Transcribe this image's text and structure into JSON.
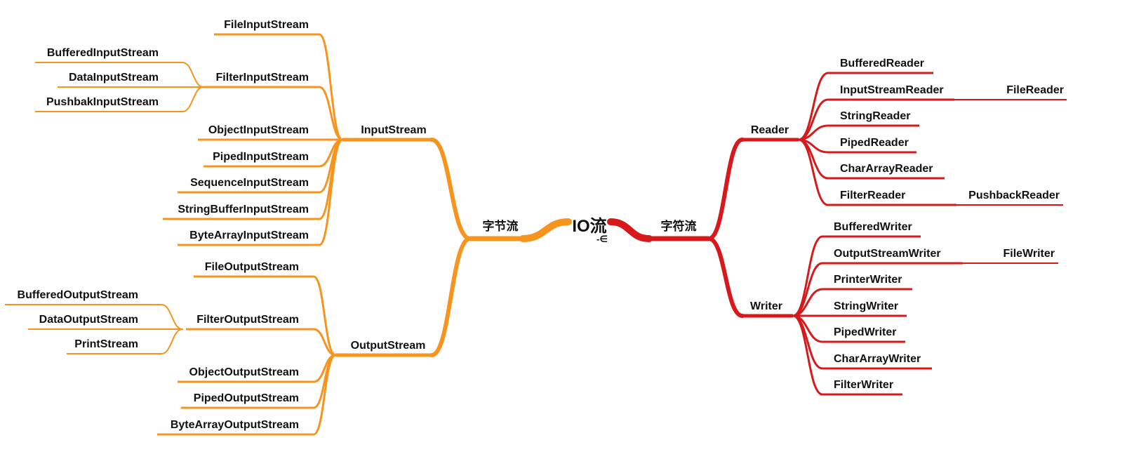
{
  "colors": {
    "byte_stream": "#F7941D",
    "char_stream": "#D7191C",
    "text": "#111111",
    "background": "#ffffff"
  },
  "root": {
    "label": "IO流",
    "marker": "-∈"
  },
  "byte_stream": {
    "label": "字节流",
    "input": {
      "label": "InputStream",
      "children": [
        "FileInputStream",
        "FilterInputStream",
        "ObjectInputStream",
        "PipedInputStream",
        "SequenceInputStream",
        "StringBufferInputStream",
        "ByteArrayInputStream"
      ],
      "filter_children": [
        "BufferedInputStream",
        "DataInputStream",
        "PushbakInputStream"
      ]
    },
    "output": {
      "label": "OutputStream",
      "children": [
        "FileOutputStream",
        "FilterOutputStream",
        "ObjectOutputStream",
        "PipedOutputStream",
        "ByteArrayOutputStream"
      ],
      "filter_children": [
        "BufferedOutputStream",
        "DataOutputStream",
        "PrintStream"
      ]
    }
  },
  "char_stream": {
    "label": "字符流",
    "reader": {
      "label": "Reader",
      "children": [
        "BufferedReader",
        "InputStreamReader",
        "StringReader",
        "PipedReader",
        "CharArrayReader",
        "FilterReader"
      ],
      "input_stream_reader_child": "FileReader",
      "filter_reader_child": "PushbackReader"
    },
    "writer": {
      "label": "Writer",
      "children": [
        "BufferedWriter",
        "OutputStreamWriter",
        "PrinterWriter",
        "StringWriter",
        "PipedWriter",
        "CharArrayWriter",
        "FilterWriter"
      ],
      "output_stream_writer_child": "FileWriter"
    }
  }
}
